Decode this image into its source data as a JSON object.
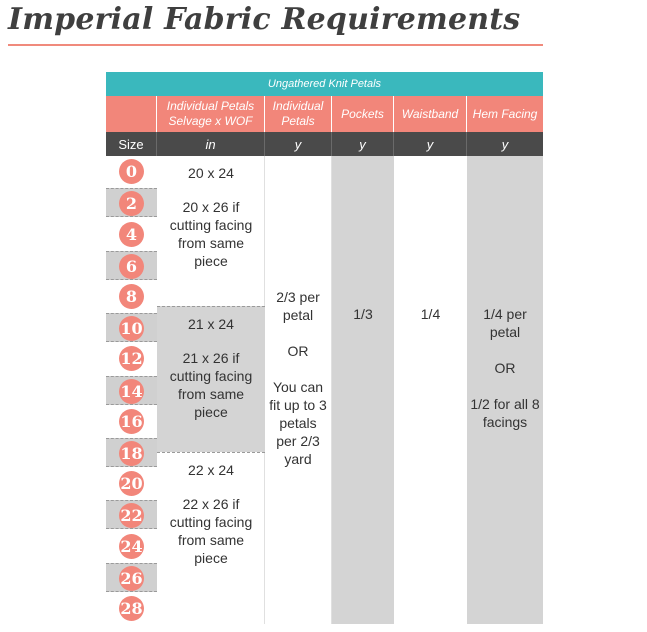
{
  "title": "Imperial Fabric Requirements",
  "table": {
    "band": "Ungathered Knit Petals",
    "headers": {
      "petals_selvage": "Individual Petals Selvage x WOF",
      "individual_petals": "Individual Petals",
      "pockets": "Pockets",
      "waistband": "Waistband",
      "hem_facing": "Hem Facing"
    },
    "units": {
      "size": "Size",
      "petals_selvage": "in",
      "individual_petals": "y",
      "pockets": "y",
      "waistband": "y",
      "hem_facing": "y"
    },
    "sizes": [
      "0",
      "2",
      "4",
      "6",
      "8",
      "10",
      "12",
      "14",
      "16",
      "18",
      "20",
      "22",
      "24",
      "26",
      "28"
    ],
    "petal_groups": [
      {
        "main": "20 x 24",
        "alt": "20 x 26 if cutting facing from same piece"
      },
      {
        "main": "21 x 24",
        "alt": "21 x 26 if cutting facing from same piece"
      },
      {
        "main": "22 x 24",
        "alt": "22 x 26 if cutting facing from same piece"
      }
    ],
    "individual_petals": "2/3 per petal\n\nOR\n\nYou can fit up to 3 petals per 2/3 yard",
    "pockets": "1/3",
    "waistband": "1/4",
    "hem_facing": "1/4 per petal\n\nOR\n\n1/2 for all 8 facings"
  }
}
